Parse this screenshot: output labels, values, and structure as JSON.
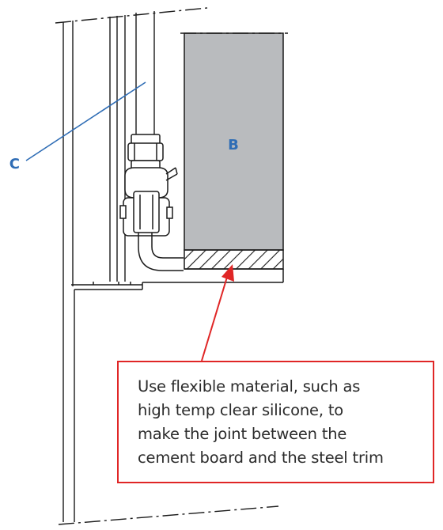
{
  "labels": {
    "b": "B",
    "c": "C"
  },
  "callout": {
    "lines": [
      "Use flexible material, such as",
      "high temp clear silicone, to",
      "make the joint between the",
      "cement board and the steel trim"
    ]
  },
  "colors": {
    "board_fill": "#b9bbbe",
    "label_blue": "#2f6db5",
    "callout_red": "#e02626",
    "line": "#1a1a1a"
  }
}
